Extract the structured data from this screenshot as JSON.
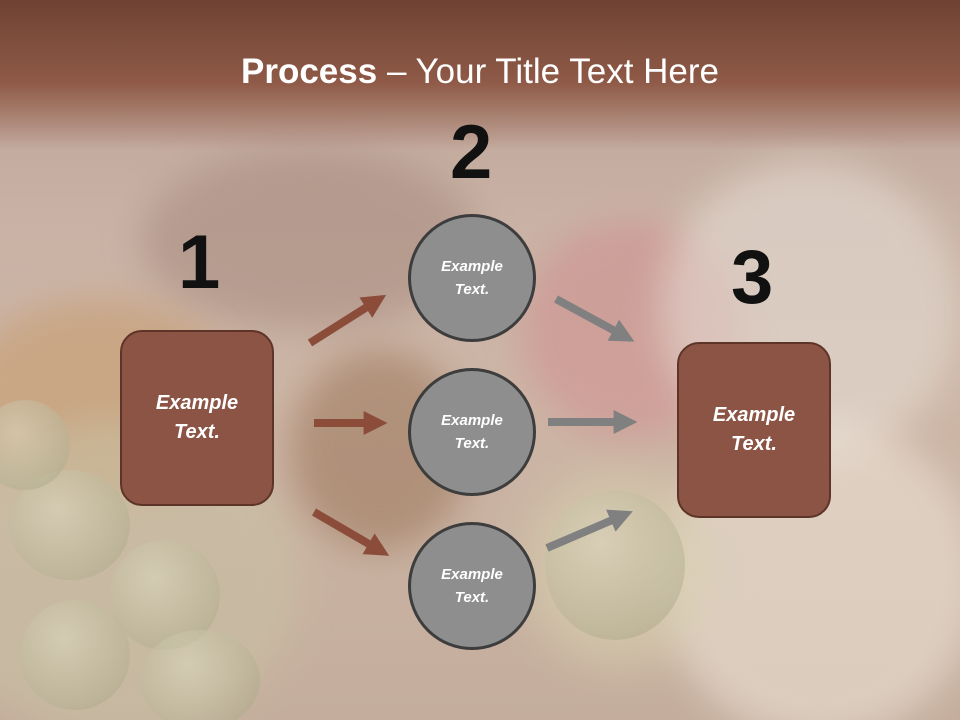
{
  "title": {
    "strong": "Process",
    "rest": " – Your Title Text Here"
  },
  "numbers": [
    "1",
    "2",
    "3"
  ],
  "left_box": {
    "text": "Example\nText."
  },
  "circles": [
    {
      "text": "Example\nText."
    },
    {
      "text": "Example\nText."
    },
    {
      "text": "Example\nText."
    }
  ],
  "right_box": {
    "text": "Example\nText."
  },
  "colors": {
    "title_band": "#8f5a47",
    "box_fill": "#8b5444",
    "box_border": "#5e3428",
    "circle_fill": "#8e8e8e",
    "circle_border": "#3d3d3d",
    "left_arrow": "#8b4d3a",
    "right_arrow": "#808080"
  }
}
